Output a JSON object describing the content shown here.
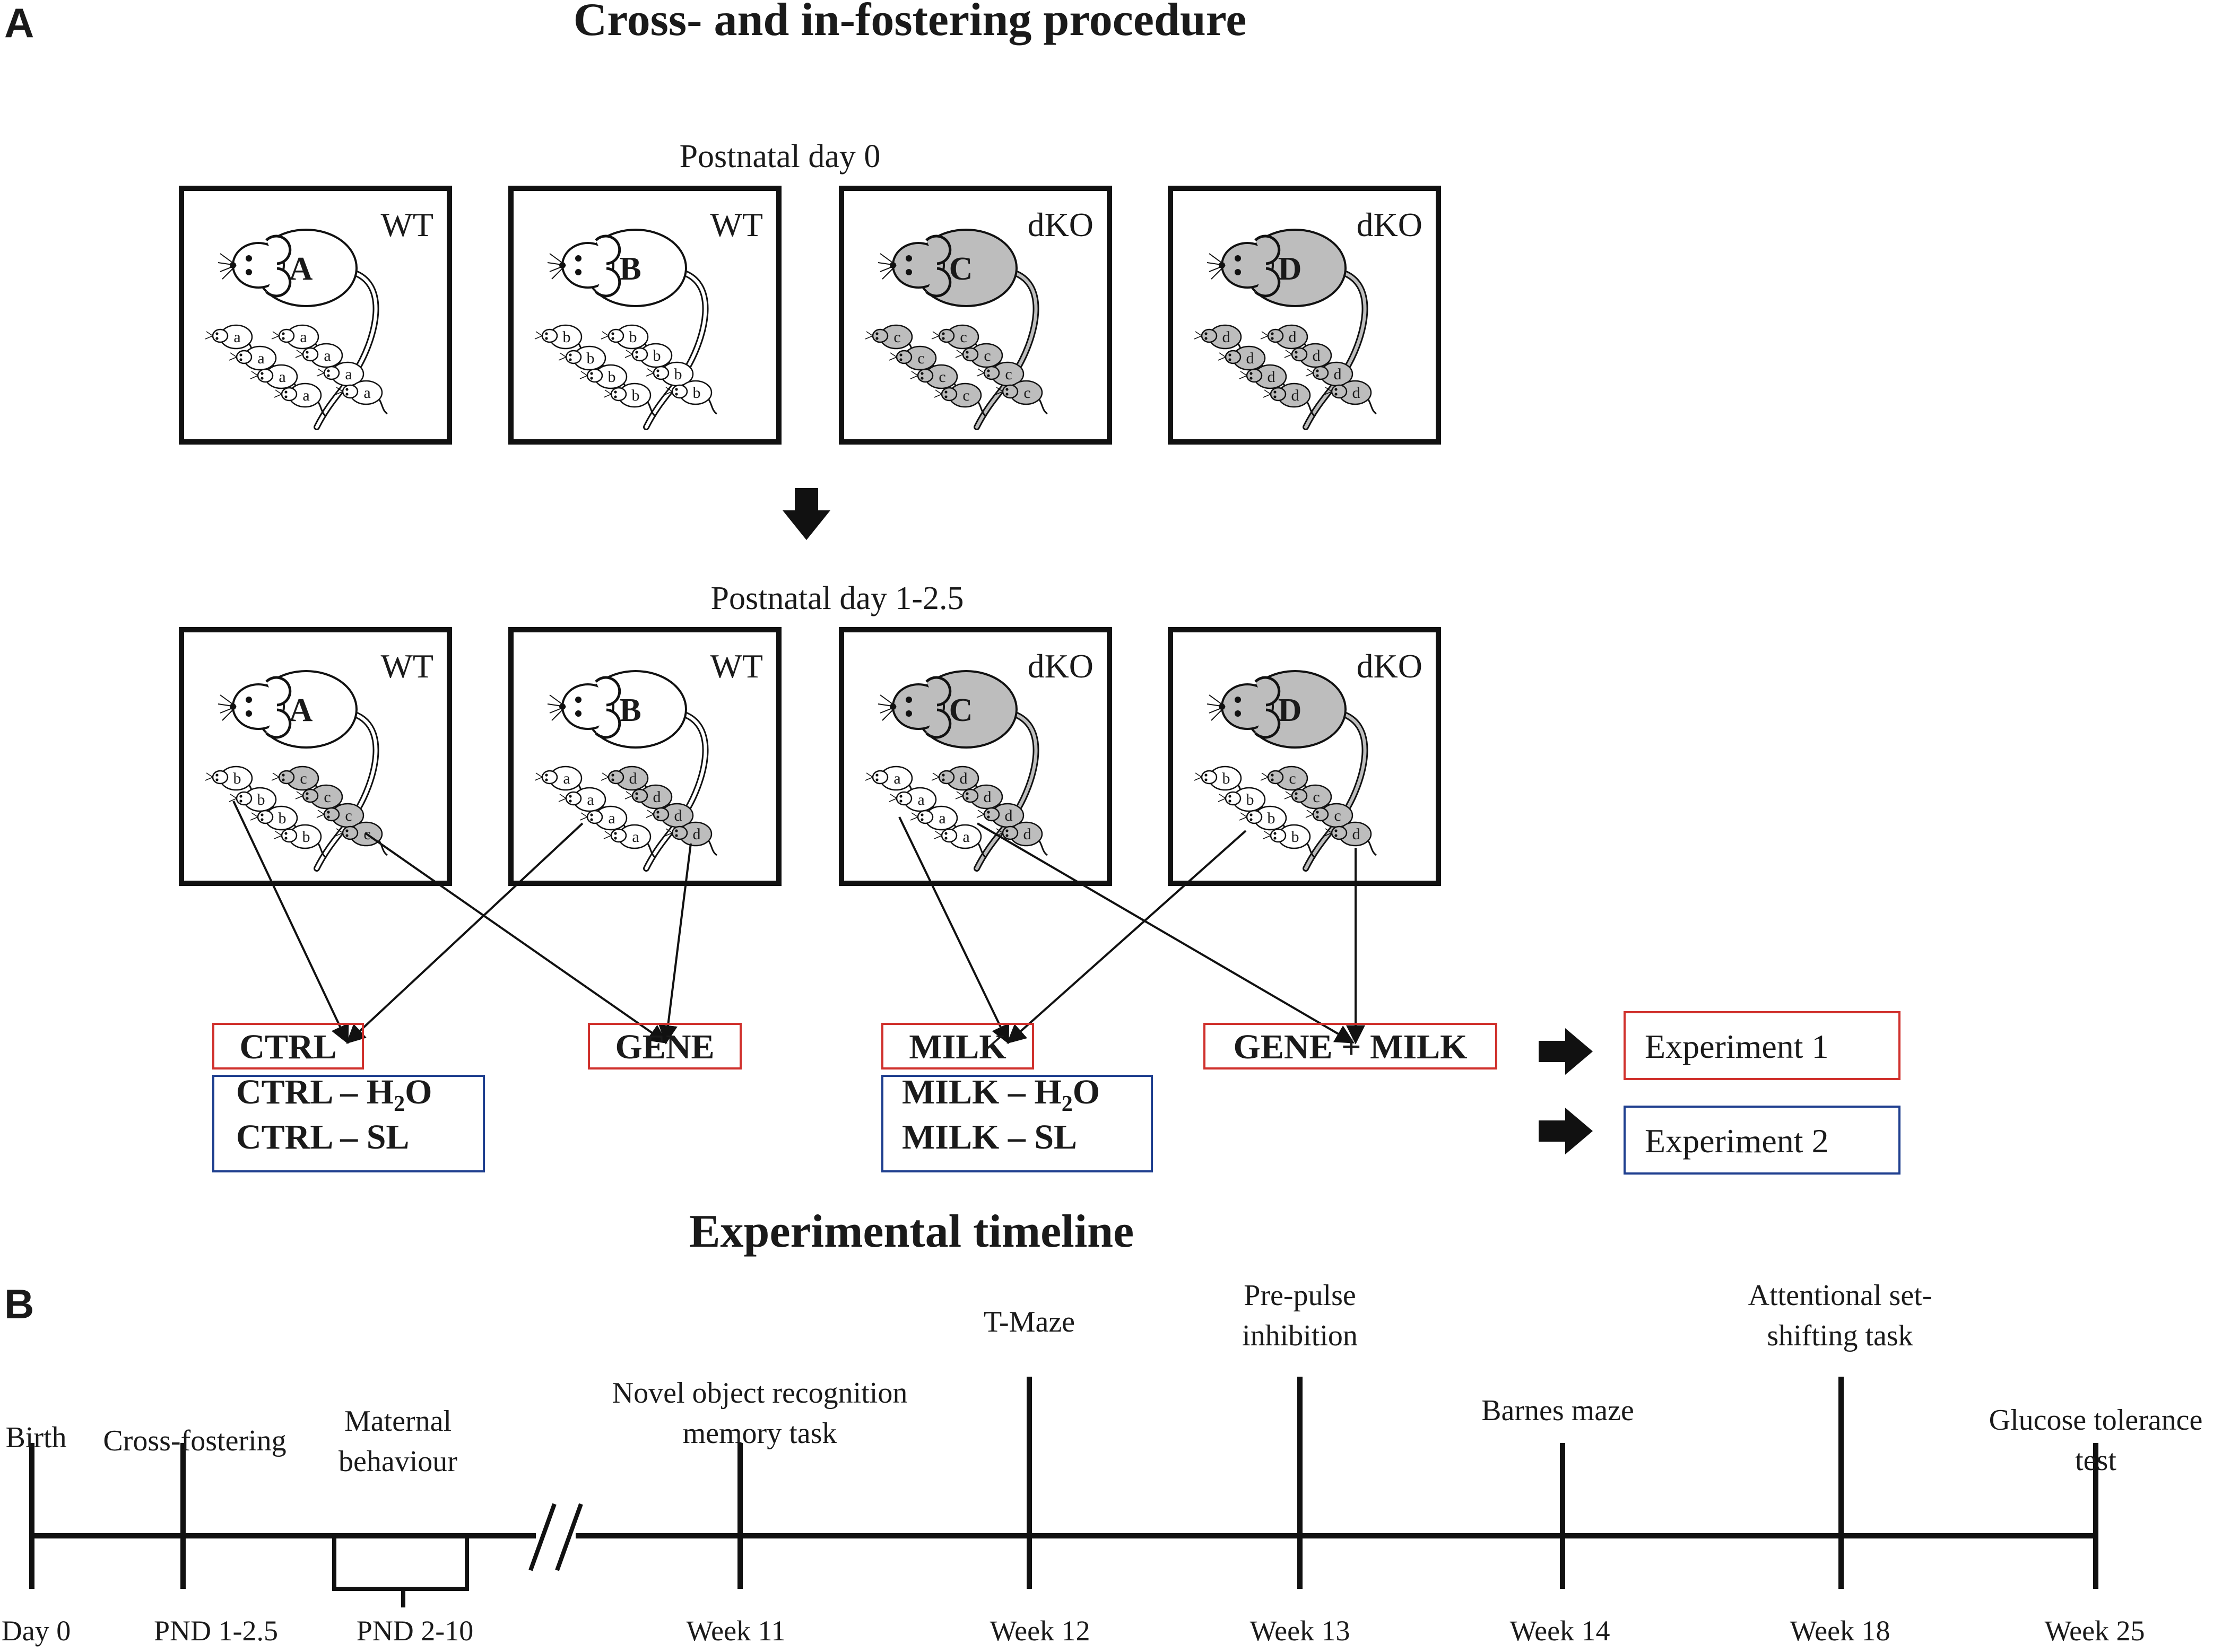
{
  "panel_a": {
    "letter": "A",
    "title": "Cross- and in-fostering procedure",
    "day0_label": "Postnatal day 0",
    "day1_label": "Postnatal day 1-2.5",
    "cages_day0": [
      {
        "mom": "A",
        "genotype": "WT",
        "mom_color": "#ffffff",
        "pups": [
          {
            "l": "a",
            "c": "#ffffff"
          },
          {
            "l": "a",
            "c": "#ffffff"
          },
          {
            "l": "a",
            "c": "#ffffff"
          },
          {
            "l": "a",
            "c": "#ffffff"
          },
          {
            "l": "a",
            "c": "#ffffff"
          },
          {
            "l": "a",
            "c": "#ffffff"
          },
          {
            "l": "a",
            "c": "#ffffff"
          },
          {
            "l": "a",
            "c": "#ffffff"
          }
        ]
      },
      {
        "mom": "B",
        "genotype": "WT",
        "mom_color": "#ffffff",
        "pups": [
          {
            "l": "b",
            "c": "#ffffff"
          },
          {
            "l": "b",
            "c": "#ffffff"
          },
          {
            "l": "b",
            "c": "#ffffff"
          },
          {
            "l": "b",
            "c": "#ffffff"
          },
          {
            "l": "b",
            "c": "#ffffff"
          },
          {
            "l": "b",
            "c": "#ffffff"
          },
          {
            "l": "b",
            "c": "#ffffff"
          },
          {
            "l": "b",
            "c": "#ffffff"
          }
        ]
      },
      {
        "mom": "C",
        "genotype": "dKO",
        "mom_color": "#bdbdbd",
        "pups": [
          {
            "l": "c",
            "c": "#bdbdbd"
          },
          {
            "l": "c",
            "c": "#bdbdbd"
          },
          {
            "l": "c",
            "c": "#bdbdbd"
          },
          {
            "l": "c",
            "c": "#bdbdbd"
          },
          {
            "l": "c",
            "c": "#bdbdbd"
          },
          {
            "l": "c",
            "c": "#bdbdbd"
          },
          {
            "l": "c",
            "c": "#bdbdbd"
          },
          {
            "l": "c",
            "c": "#bdbdbd"
          }
        ]
      },
      {
        "mom": "D",
        "genotype": "dKO",
        "mom_color": "#bdbdbd",
        "pups": [
          {
            "l": "d",
            "c": "#bdbdbd"
          },
          {
            "l": "d",
            "c": "#bdbdbd"
          },
          {
            "l": "d",
            "c": "#bdbdbd"
          },
          {
            "l": "d",
            "c": "#bdbdbd"
          },
          {
            "l": "d",
            "c": "#bdbdbd"
          },
          {
            "l": "d",
            "c": "#bdbdbd"
          },
          {
            "l": "d",
            "c": "#bdbdbd"
          },
          {
            "l": "d",
            "c": "#bdbdbd"
          }
        ]
      }
    ],
    "cages_day1": [
      {
        "mom": "A",
        "genotype": "WT",
        "mom_color": "#ffffff",
        "pups": [
          {
            "l": "b",
            "c": "#ffffff"
          },
          {
            "l": "b",
            "c": "#ffffff"
          },
          {
            "l": "b",
            "c": "#ffffff"
          },
          {
            "l": "b",
            "c": "#ffffff"
          },
          {
            "l": "c",
            "c": "#bdbdbd"
          },
          {
            "l": "c",
            "c": "#bdbdbd"
          },
          {
            "l": "c",
            "c": "#bdbdbd"
          },
          {
            "l": "c",
            "c": "#bdbdbd"
          }
        ]
      },
      {
        "mom": "B",
        "genotype": "WT",
        "mom_color": "#ffffff",
        "pups": [
          {
            "l": "a",
            "c": "#ffffff"
          },
          {
            "l": "a",
            "c": "#ffffff"
          },
          {
            "l": "a",
            "c": "#ffffff"
          },
          {
            "l": "a",
            "c": "#ffffff"
          },
          {
            "l": "d",
            "c": "#bdbdbd"
          },
          {
            "l": "d",
            "c": "#bdbdbd"
          },
          {
            "l": "d",
            "c": "#bdbdbd"
          },
          {
            "l": "d",
            "c": "#bdbdbd"
          }
        ]
      },
      {
        "mom": "C",
        "genotype": "dKO",
        "mom_color": "#bdbdbd",
        "pups": [
          {
            "l": "a",
            "c": "#ffffff"
          },
          {
            "l": "a",
            "c": "#ffffff"
          },
          {
            "l": "a",
            "c": "#ffffff"
          },
          {
            "l": "a",
            "c": "#ffffff"
          },
          {
            "l": "d",
            "c": "#bdbdbd"
          },
          {
            "l": "d",
            "c": "#bdbdbd"
          },
          {
            "l": "d",
            "c": "#bdbdbd"
          },
          {
            "l": "d",
            "c": "#bdbdbd"
          }
        ]
      },
      {
        "mom": "D",
        "genotype": "dKO",
        "mom_color": "#bdbdbd",
        "pups": [
          {
            "l": "b",
            "c": "#ffffff"
          },
          {
            "l": "b",
            "c": "#ffffff"
          },
          {
            "l": "b",
            "c": "#ffffff"
          },
          {
            "l": "b",
            "c": "#ffffff"
          },
          {
            "l": "c",
            "c": "#bdbdbd"
          },
          {
            "l": "c",
            "c": "#bdbdbd"
          },
          {
            "l": "c",
            "c": "#bdbdbd"
          },
          {
            "l": "d",
            "c": "#bdbdbd"
          }
        ]
      }
    ],
    "groups": {
      "ctrl": "CTRL",
      "gene": "GENE",
      "milk": "MILK",
      "gene_milk": "GENE + MILK",
      "ctrl_h2o_prefix": "CTRL – H",
      "ctrl_sl": "CTRL – SL",
      "milk_h2o_prefix": "MILK – H",
      "milk_sl": "MILK – SL",
      "h2o_sub": "2",
      "h2o_suffix": "O"
    },
    "experiments": {
      "exp1": "Experiment 1",
      "exp2": "Experiment 2"
    },
    "colors": {
      "exp1_border": "#d0312d",
      "exp2_border": "#1f3f8f",
      "dko_fill": "#bdbdbd"
    }
  },
  "panel_b": {
    "letter": "B",
    "title": "Experimental timeline",
    "events": [
      {
        "above": [
          "Birth"
        ],
        "below": "Day 0"
      },
      {
        "above": [
          "Cross-fostering"
        ],
        "below": "PND 1-2.5"
      },
      {
        "above": [
          "Maternal",
          "behaviour"
        ],
        "below": "PND 2-10"
      },
      {
        "above": [
          "Novel object recognition",
          "memory task"
        ],
        "below": "Week 11"
      },
      {
        "above": [
          "T-Maze"
        ],
        "below": "Week 12"
      },
      {
        "above": [
          "Pre-pulse",
          "inhibition"
        ],
        "below": "Week 13"
      },
      {
        "above": [
          "Barnes maze"
        ],
        "below": "Week 14"
      },
      {
        "above": [
          "Attentional set-",
          "shifting task"
        ],
        "below": "Week 18"
      },
      {
        "above": [
          "Glucose tolerance",
          "test"
        ],
        "below": "Week 25"
      }
    ]
  }
}
